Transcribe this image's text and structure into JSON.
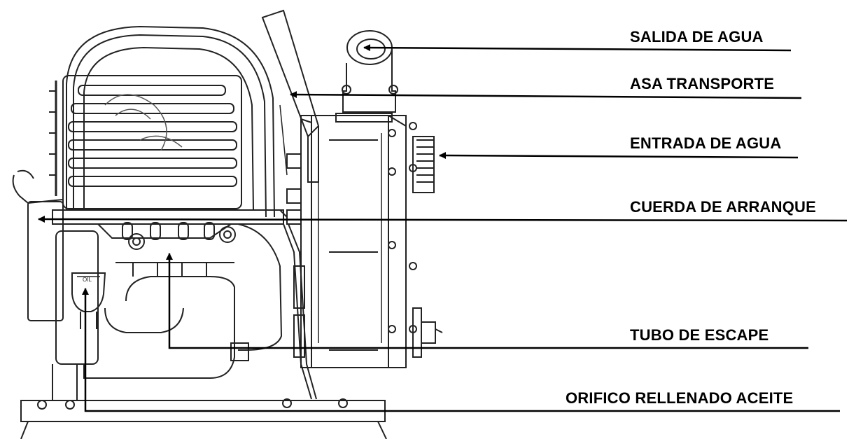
{
  "diagram": {
    "labels": {
      "salida": "SALIDA DE AGUA",
      "asa": "ASA TRANSPORTE",
      "entrada": "ENTRADA DE AGUA",
      "cuerda": "CUERDA DE ARRANQUE",
      "tubo": "TUBO DE ESCAPE",
      "orificio": "ORIFICO RELLENADO ACEITE"
    },
    "embossed_text": "OIL"
  }
}
